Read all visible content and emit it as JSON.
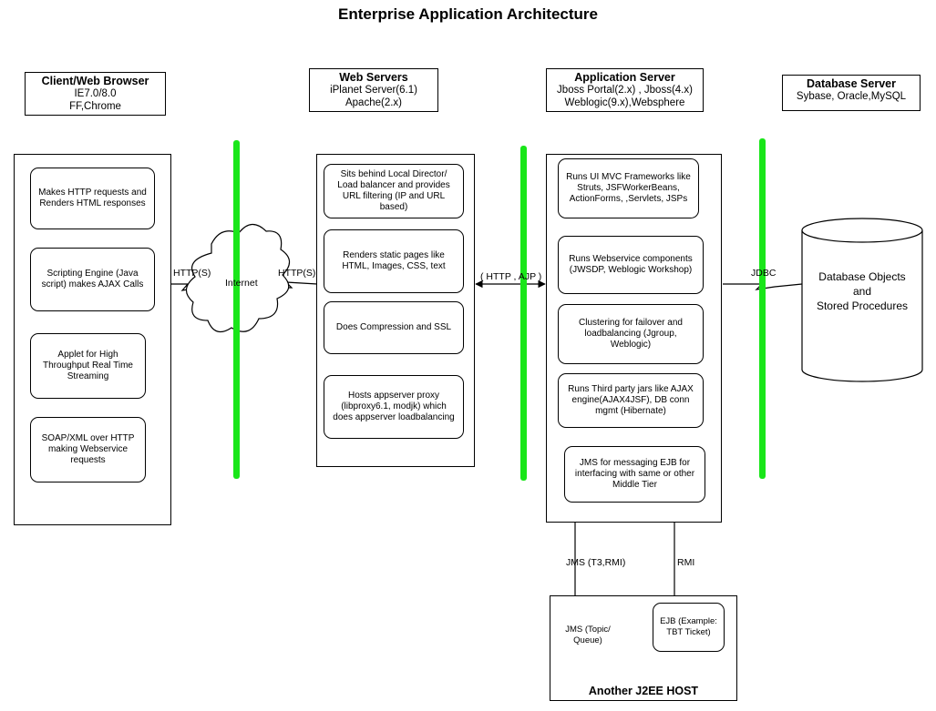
{
  "title": "Enterprise Application Architecture",
  "tiers": {
    "client": {
      "name": "Client/Web Browser",
      "lines": [
        "IE7.0/8.0",
        "FF,Chrome"
      ]
    },
    "web": {
      "name": "Web Servers",
      "lines": [
        "iPlanet Server(6.1)",
        "Apache(2.x)"
      ]
    },
    "app": {
      "name": "Application Server",
      "lines": [
        "Jboss Portal(2.x) , Jboss(4.x)",
        "Weblogic(9.x),Websphere"
      ]
    },
    "db": {
      "name": "Database Server",
      "lines": [
        "Sybase, Oracle,MySQL"
      ]
    }
  },
  "client_boxes": [
    "Makes HTTP requests and Renders HTML responses",
    "Scripting Engine (Java script) makes AJAX Calls",
    "Applet for High Throughput Real Time Streaming",
    "SOAP/XML over HTTP making Webservice requests"
  ],
  "web_boxes": [
    "Sits behind Local Director/ Load balancer and provides URL filtering (IP and URL based)",
    "Renders static pages like HTML, Images, CSS, text",
    "Does Compression and SSL",
    "Hosts appserver proxy (libproxy6.1, modjk) which does appserver loadbalancing"
  ],
  "app_boxes": [
    "Runs UI MVC Frameworks like Struts, JSFWorkerBeans, ActionForms, ,Servlets, JSPs",
    "Runs Webservice components (JWSDP, Weblogic Workshop)",
    "Clustering for failover and loadbalancing (Jgroup, Weblogic)",
    "Runs Third party jars like AJAX engine(AJAX4JSF), DB conn mgmt (Hibernate)",
    "JMS for messaging EJB for interfacing with same or other Middle Tier"
  ],
  "connections": {
    "internet": "Internet",
    "http_left": "HTTP(S)",
    "http_right": "HTTP(S)",
    "http_ajp": "( HTTP , AJP )",
    "jdbc": "JDBC",
    "jms": "JMS (T3,RMI)",
    "rmi": "RMI"
  },
  "database": {
    "line1": "Database Objects",
    "line2": "and",
    "line3": "Stored Procedures"
  },
  "host": {
    "label": "Another J2EE HOST",
    "jms": "JMS (Topic/ Queue)",
    "ejb": "EJB (Example: TBT Ticket)"
  },
  "separator_color": "#19e619"
}
